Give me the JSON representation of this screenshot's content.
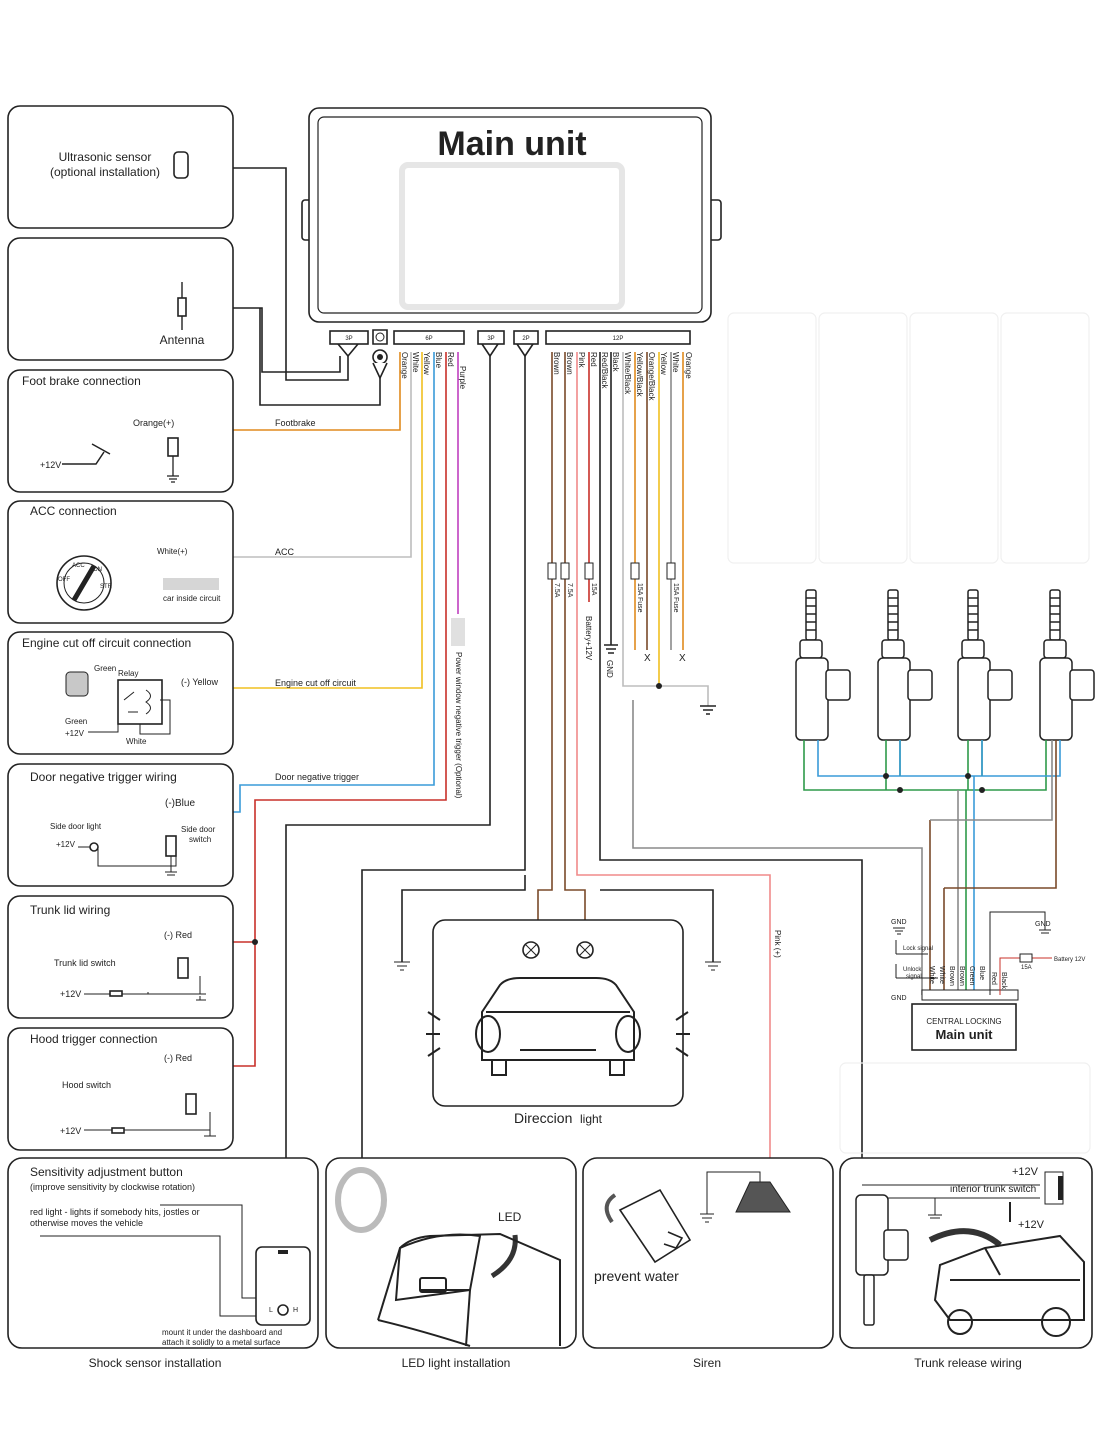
{
  "main_unit": {
    "title": "Main unit",
    "connectors": [
      "3P",
      "6P",
      "3P",
      "2P",
      "12P"
    ],
    "wires_6p": [
      "Orange",
      "White",
      "Yellow",
      "Blue",
      "Red",
      "Purple"
    ],
    "wires_12p": [
      "Brown",
      "Brown",
      "Pink",
      "Red",
      "Red/Black",
      "Black",
      "White/Black",
      "Yellow/Black",
      "Orange/Black",
      "Yellow",
      "White",
      "Orange"
    ],
    "fuses": [
      "7.5A",
      "7.5A",
      "15A",
      "15A Fuse",
      "15A Fuse"
    ],
    "battery_label": "Battery+12V",
    "gnd_label": "GND",
    "x_mark": "X",
    "power_window_label": "Power window negative trigger (Optional)"
  },
  "panels": {
    "ultrasonic": {
      "line1": "Ultrasonic sensor",
      "line2": "(optional installation)"
    },
    "antenna": {
      "label": "Antenna"
    },
    "foot_brake": {
      "title": "Foot brake connection",
      "wire": "Orange(+)",
      "v12": "+12V",
      "route": "Footbrake"
    },
    "acc": {
      "title": "ACC connection",
      "wire": "White(+)",
      "route": "ACC",
      "circuit": "car inside circuit",
      "pos_acc": "ACC",
      "pos_on": "ON",
      "pos_off": "OFF",
      "pos_str": "STR"
    },
    "engine": {
      "title": "Engine cut off circuit connection",
      "green1": "Green",
      "relay": "Relay",
      "wire": "(-) Yellow",
      "route": "Engine cut off circuit",
      "green2": "Green",
      "v12": "+12V",
      "white": "White"
    },
    "door": {
      "title": "Door negative trigger wiring",
      "wire": "(-)Blue",
      "route": "Door negative trigger",
      "side_light": "Side door light",
      "side_switch1": "Side door",
      "side_switch2": "switch",
      "v12": "+12V"
    },
    "trunk": {
      "title": "Trunk lid wiring",
      "wire": "(-) Red",
      "switch": "Trunk lid switch",
      "v12": "+12V"
    },
    "hood": {
      "title": "Hood trigger connection",
      "wire": "(-) Red",
      "switch": "Hood switch",
      "v12": "+12V"
    }
  },
  "bottom": {
    "shock": {
      "title": "Sensitivity adjustment button",
      "sub": "(improve sensitivity by clockwise rotation)",
      "note1": "red light - lights if somebody hits, jostles or",
      "note2": "otherwise moves the vehicle",
      "mount1": "mount it under the dashboard and",
      "mount2": "attach it solidly to a metal surface",
      "caption": "Shock sensor installation",
      "l": "L",
      "h": "H"
    },
    "led": {
      "label": "LED",
      "caption": "LED light installation"
    },
    "siren": {
      "label": "prevent water",
      "caption": "Siren"
    },
    "trunk_release": {
      "v12_top": "+12V",
      "switch": "interior trunk switch",
      "v12_bottom": "+12V",
      "caption": "Trunk release wiring"
    }
  },
  "direccion": {
    "word1": "Direccion",
    "word2": "light"
  },
  "pink_label": "Pink (+)",
  "central_locking": {
    "title1": "CENTRAL LOCKING",
    "title2": "Main unit",
    "gnd_top": "GND",
    "gnd_bottom": "GND",
    "gnd_right": "GND",
    "lock_signal": "Lock signal",
    "unlock1": "Unlock",
    "unlock2": "signal",
    "wires": [
      "White",
      "White",
      "Brown",
      "Brown",
      "Green",
      "Blue",
      "Red",
      "Black"
    ],
    "fuse": "15A",
    "battery": "Battery 12V"
  },
  "colors": {
    "orange": "#e08a1e",
    "white_wire": "#bdbdbd",
    "yellow": "#f0c020",
    "blue": "#3a9bd8",
    "red": "#c8302a",
    "purple": "#c040c0",
    "brown": "#7a4a2a",
    "pink": "#f08a8a",
    "green": "#2e9a4a",
    "black": "#222222",
    "gray": "#8a8a8a"
  }
}
